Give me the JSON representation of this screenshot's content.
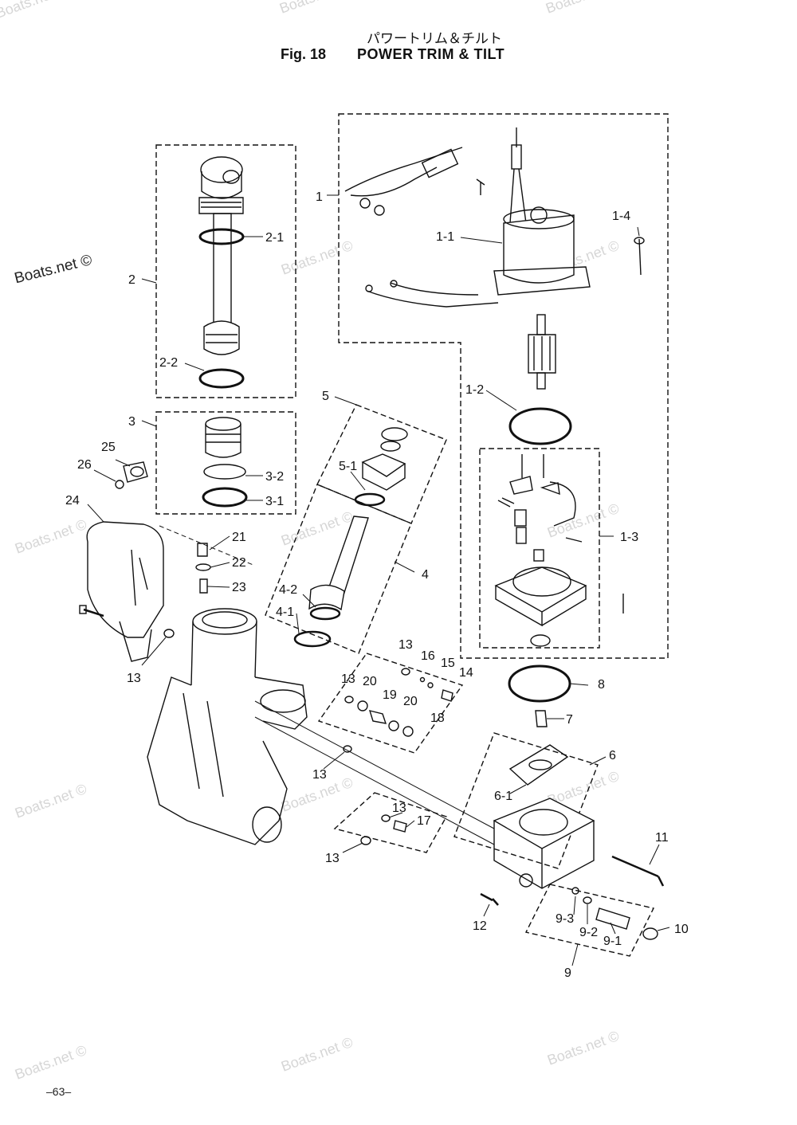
{
  "header": {
    "title_jp": "パワートリム＆チルト",
    "fig_label": "Fig. 18",
    "title_en": "POWER TRIM & TILT"
  },
  "page_number": "63",
  "watermark": "Boats.net ©",
  "callouts": {
    "c1": "1",
    "c1_1": "1-1",
    "c1_2": "1-2",
    "c1_3": "1-3",
    "c1_4": "1-4",
    "c2": "2",
    "c2_1": "2-1",
    "c2_2": "2-2",
    "c3": "3",
    "c3_1": "3-1",
    "c3_2": "3-2",
    "c4": "4",
    "c4_1": "4-1",
    "c4_2": "4-2",
    "c5": "5",
    "c5_1": "5-1",
    "c6": "6",
    "c6_1": "6-1",
    "c7": "7",
    "c8": "8",
    "c9": "9",
    "c9_1": "9-1",
    "c9_2": "9-2",
    "c9_3": "9-3",
    "c10": "10",
    "c11": "11",
    "c12": "12",
    "c13a": "13",
    "c13b": "13",
    "c13c": "13",
    "c13d": "13",
    "c13e": "13",
    "c13f": "13",
    "c14": "14",
    "c15": "15",
    "c16": "16",
    "c17": "17",
    "c18": "18",
    "c19": "19",
    "c20a": "20",
    "c20b": "20",
    "c21": "21",
    "c22": "22",
    "c23": "23",
    "c24": "24",
    "c25": "25",
    "c26": "26"
  }
}
